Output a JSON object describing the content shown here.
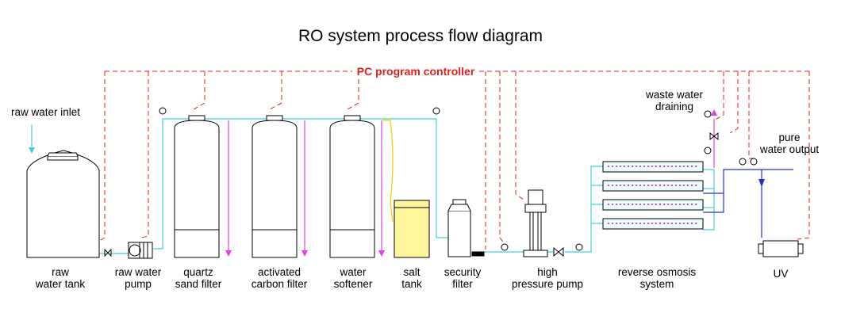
{
  "title": "RO system process flow diagram",
  "controller": "PC program controller",
  "labels": {
    "raw_water_inlet": "raw water inlet",
    "raw_water_tank": [
      "raw",
      "water tank"
    ],
    "raw_water_pump": [
      "raw water",
      "pump"
    ],
    "quartz_sand_filter": [
      "quartz",
      "sand filter"
    ],
    "activated_carbon_filter": [
      "activated",
      "carbon filter"
    ],
    "water_softener": [
      "water",
      "softener"
    ],
    "salt_tank": [
      "salt",
      "tank"
    ],
    "security_filter": [
      "security",
      "filter"
    ],
    "high_pressure_pump": [
      "high",
      "pressure pump"
    ],
    "reverse_osmosis_system": [
      "reverse osmosis",
      "system"
    ],
    "uv": "UV",
    "waste_water_draining": [
      "waste water",
      "draining"
    ],
    "pure_water_output": [
      "pure",
      "water output"
    ]
  },
  "colors": {
    "control_line": "#e0201b",
    "water_line": "#3fd0dc",
    "drain_line": "#e040e0",
    "pure_water_line": "#2233cc",
    "salt_line": "#f0d000",
    "salt_tank_fill": "#fff59a",
    "outline": "#000000"
  }
}
